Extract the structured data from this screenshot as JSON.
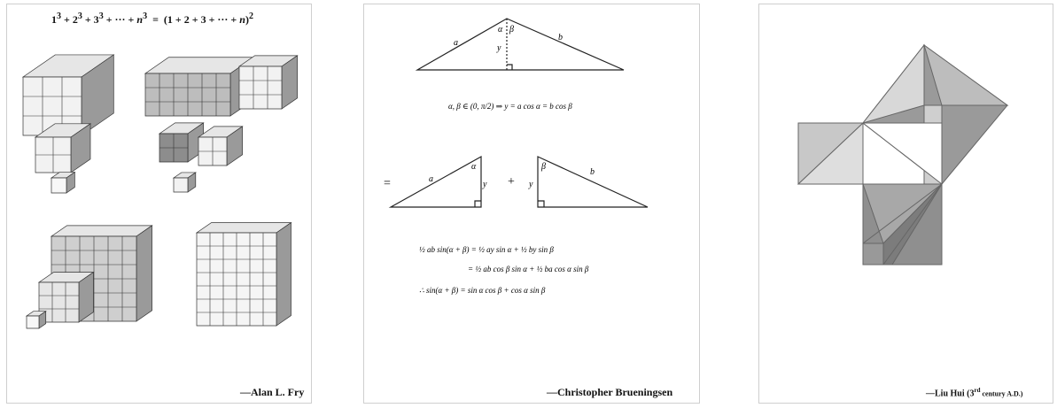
{
  "panels": [
    {
      "formula_html": "1<sup>3</sup> + 2<sup>3</sup> + 3<sup>3</sup> + &middot;&middot;&middot; + <i>n</i><sup>3</sup> &nbsp;=&nbsp; (1 + 2 + 3 + &middot;&middot;&middot; + <i>n</i>)<sup>2</sup>",
      "attribution": "—Alan L. Fry"
    },
    {
      "labels": {
        "a": "a",
        "b": "b",
        "alpha": "α",
        "beta": "β",
        "y": "y",
        "eq": "=",
        "plus": "+"
      },
      "condition": "α, β ∈ (0, π/2) ⇒ y = a cos α = b cos β",
      "eq_lines": [
        "½ ab sin(α + β) = ½ ay sin α + ½ by sin β",
        "= ½ ab cos β sin α + ½ ba cos α sin β",
        "∴ sin(α + β) = sin α cos β + cos α sin β"
      ],
      "attribution": "—Christopher Brueningsen"
    },
    {
      "attribution_prefix": "—Liu Hui (3",
      "attribution_sup": "rd",
      "attribution_suffix": " century A.D.)"
    }
  ]
}
